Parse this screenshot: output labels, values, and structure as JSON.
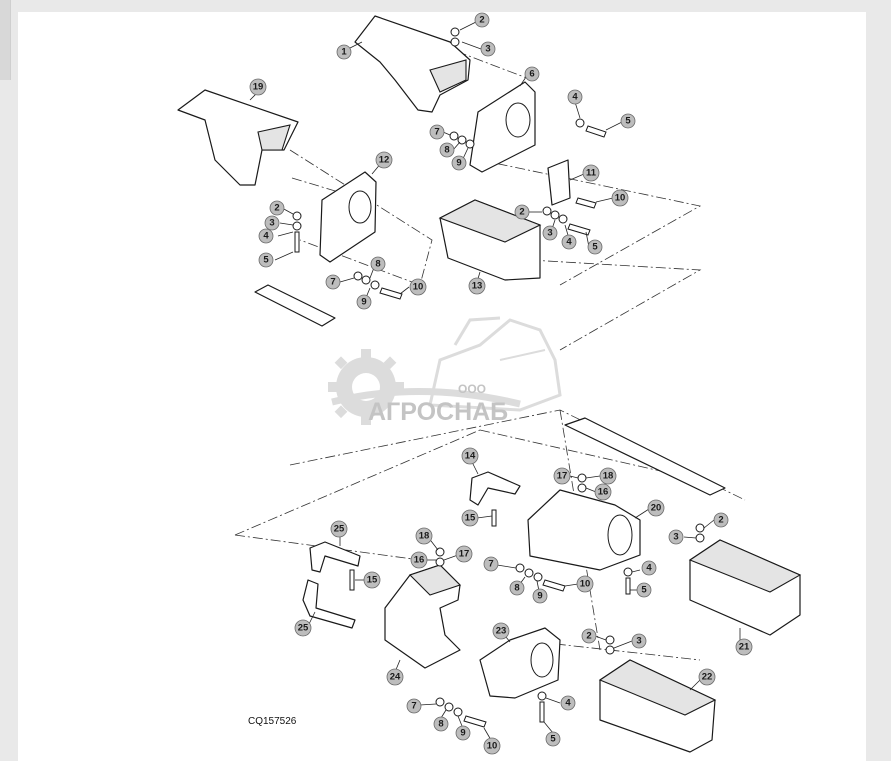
{
  "figure": {
    "id_label": "CQ157526"
  },
  "watermark": {
    "org_prefix": "ООО",
    "brand": "АГРОСНАБ"
  },
  "callouts": [
    "1",
    "2",
    "3",
    "6",
    "4",
    "5",
    "19",
    "7",
    "8",
    "9",
    "12",
    "11",
    "2",
    "10",
    "3",
    "4",
    "5",
    "2",
    "3",
    "4",
    "5",
    "13",
    "7",
    "8",
    "9",
    "10",
    "14",
    "17",
    "18",
    "16",
    "15",
    "20",
    "2",
    "3",
    "25",
    "18",
    "17",
    "16",
    "7",
    "8",
    "9",
    "10",
    "4",
    "5",
    "15",
    "21",
    "25",
    "24",
    "23",
    "2",
    "3",
    "22",
    "7",
    "4",
    "8",
    "9",
    "5",
    "10"
  ]
}
